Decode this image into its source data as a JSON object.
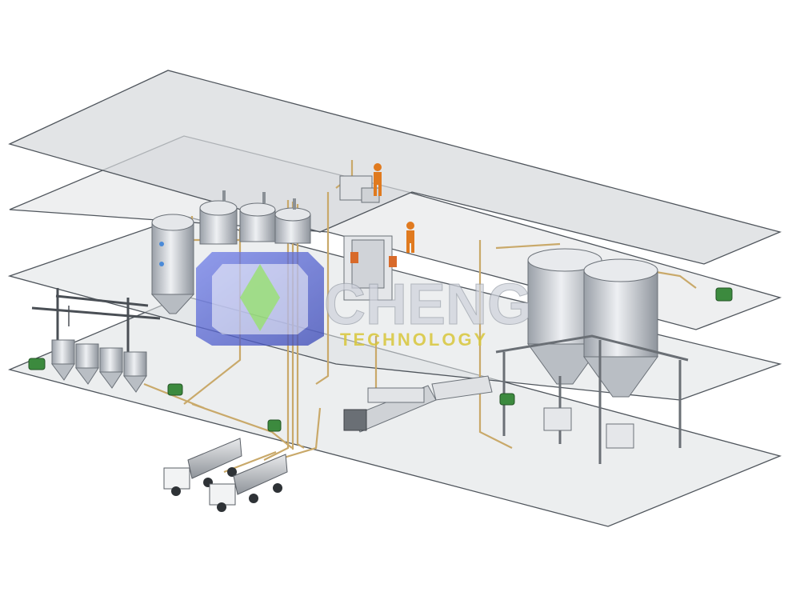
{
  "logo": {
    "word_main": "CHENG",
    "word_sub": "TECHNOLOGY",
    "colors": {
      "blue": "#5a6ad8",
      "green": "#8fdc6a",
      "gold": "#d8c73a",
      "silver": "#cfd3dc"
    }
  },
  "scene": {
    "floor_count": 4,
    "tanker_trucks": 2,
    "workers": 2,
    "colors": {
      "floor": "#d9dcdf",
      "floor_edge": "#555a60",
      "pipe": "#c9a96a",
      "steel": "#c2c6cc",
      "motor": "#3c8a3e",
      "worker": "#e07a1f"
    }
  }
}
